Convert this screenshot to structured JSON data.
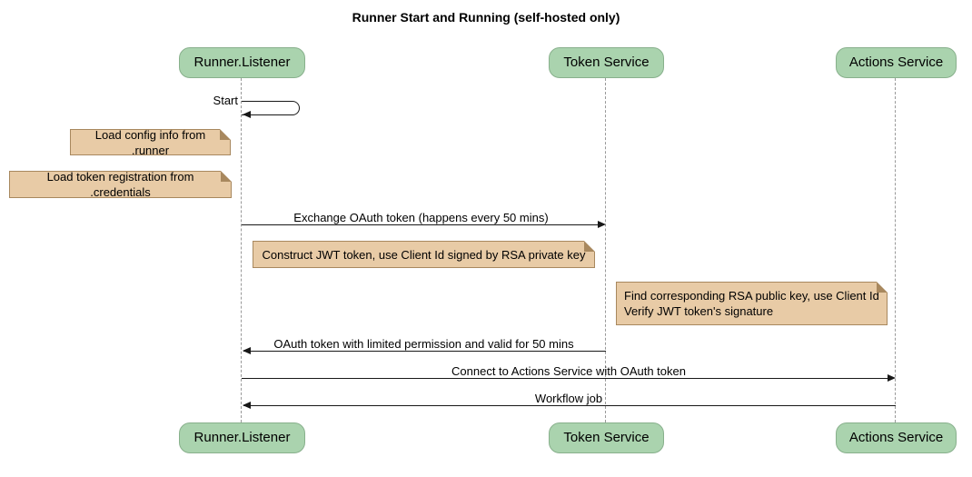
{
  "title": "Runner Start and Running (self-hosted only)",
  "participants": [
    {
      "id": "runner-listener",
      "label": "Runner.Listener"
    },
    {
      "id": "token-service",
      "label": "Token Service"
    },
    {
      "id": "actions-service",
      "label": "Actions Service"
    }
  ],
  "messages": [
    {
      "label": "Start",
      "from": "runner-listener",
      "to": "runner-listener",
      "type": "self"
    },
    {
      "label": "Exchange OAuth token (happens every 50 mins)",
      "from": "runner-listener",
      "to": "token-service",
      "type": "arrow-right"
    },
    {
      "label": "OAuth token with limited permission and valid for 50 mins",
      "from": "token-service",
      "to": "runner-listener",
      "type": "arrow-left"
    },
    {
      "label": "Connect to Actions Service with OAuth token",
      "from": "runner-listener",
      "to": "actions-service",
      "type": "arrow-right"
    },
    {
      "label": "Workflow job",
      "from": "actions-service",
      "to": "runner-listener",
      "type": "arrow-left"
    }
  ],
  "notes": [
    {
      "label": "Load config info from .runner",
      "anchor": "runner-listener"
    },
    {
      "label": "Load token registration from .credentials",
      "anchor": "runner-listener"
    },
    {
      "label": "Construct JWT token, use Client Id signed by RSA private key",
      "anchor": "runner-listener/token-service"
    },
    {
      "lines": [
        "Find corresponding RSA public key, use Client Id",
        "Verify JWT token's signature"
      ],
      "anchor": "token-service/actions-service"
    }
  ],
  "colors": {
    "participant_fill": "#AAD3AE",
    "participant_border": "#88B08C",
    "note_fill": "#E8CBA6",
    "note_border": "#A8885E",
    "lifeline": "#999999",
    "arrow": "#181818"
  }
}
